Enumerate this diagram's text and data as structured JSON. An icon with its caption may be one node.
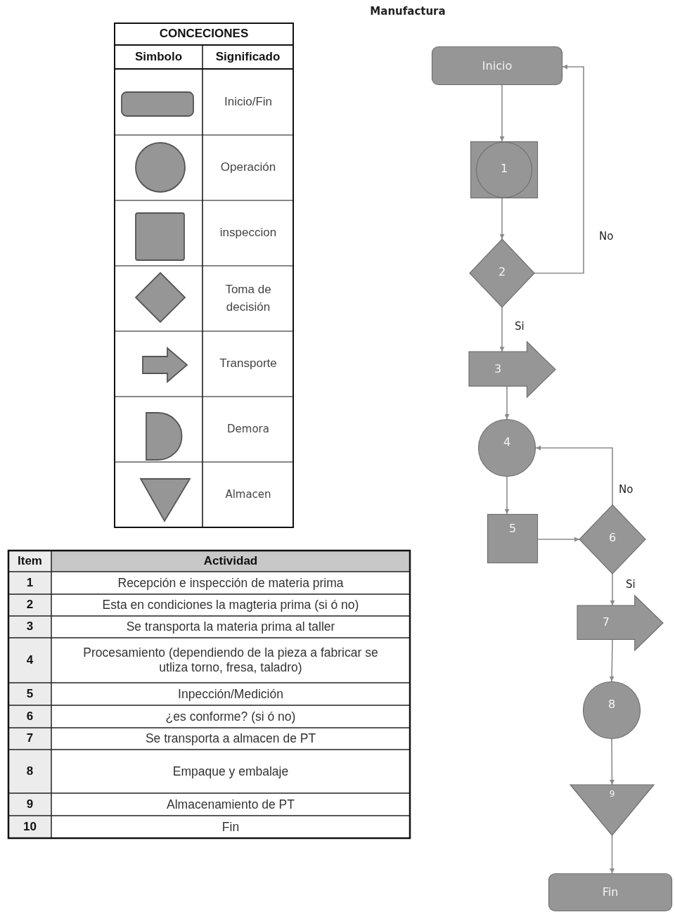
{
  "diagram": {
    "title": "Manufactura",
    "nodes": [
      {
        "text": [
          "Inicio"
        ]
      },
      {
        "text": [
          "1"
        ]
      },
      {
        "text": [
          "2"
        ]
      },
      {
        "text": [
          "3"
        ]
      },
      {
        "text": [
          "4"
        ]
      },
      {
        "text": [
          "5"
        ]
      },
      {
        "text": [
          "6"
        ]
      },
      {
        "text": [
          "7"
        ]
      },
      {
        "text": [
          "8"
        ]
      },
      {
        "text": [
          "9"
        ]
      },
      {
        "text": [
          "Fin"
        ]
      }
    ],
    "edges": [
      {
        "from": 0,
        "to": 1,
        "arrow": "to"
      },
      {
        "from": 1,
        "to": 2,
        "arrow": "to"
      },
      {
        "from": 2,
        "to": 0,
        "arrow": "to",
        "label": "No"
      },
      {
        "from": 2,
        "to": 3,
        "arrow": "to",
        "label": "Si"
      },
      {
        "from": 3,
        "to": 4,
        "arrow": "to"
      },
      {
        "from": 4,
        "to": 5,
        "arrow": "to"
      },
      {
        "from": 5,
        "to": 6,
        "arrow": "to"
      },
      {
        "from": 6,
        "to": 4,
        "arrow": "to",
        "label": "No"
      },
      {
        "from": 6,
        "to": 7,
        "arrow": "to",
        "label": "Si"
      },
      {
        "from": 7,
        "to": 8,
        "arrow": "to"
      },
      {
        "from": 8,
        "to": 9,
        "arrow": "to"
      },
      {
        "from": 9,
        "to": 10,
        "arrow": "to"
      }
    ],
    "labels": [
      "CONCECIONES",
      "Simbolo",
      "Significado",
      "Item",
      "Actividad",
      "1",
      "Recepción e inspección de materia prima",
      "2",
      "Esta en condiciones la magteria prima (si ó no)",
      "3",
      "Se transporta la materia prima al taller",
      "4",
      "Procesamiento (dependiendo de la pieza a fabricar se utliza torno, fresa, taladro)",
      "5",
      "Inpección/Medición",
      "6",
      "¿es conforme? (si ó no)",
      "7",
      "Se transporta a almacen de PT",
      "8",
      "Empaque y embalaje",
      "9",
      "Almacenamiento de PT",
      "10",
      "Fin"
    ],
    "legend": [
      {
        "text": "Inicio/Fin"
      },
      {
        "text": "Operación"
      },
      {
        "text": "inspeccion"
      },
      {
        "text": "Toma de decisión"
      },
      {
        "text": "Transporte"
      },
      {
        "text": "Demora"
      },
      {
        "text": "Almacen"
      }
    ]
  }
}
